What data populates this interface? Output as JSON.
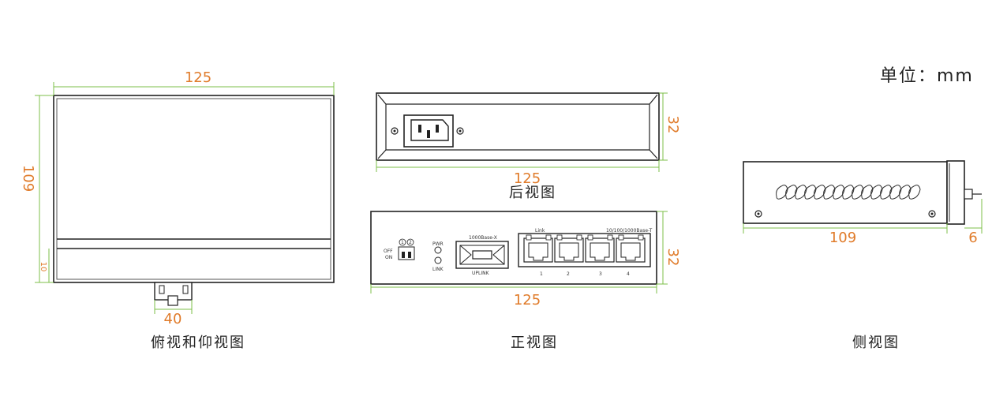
{
  "units_label": "单位：mm",
  "colors": {
    "dimension": "#e07b2a",
    "dimension_line": "#7cbf4a",
    "outline": "#222222"
  },
  "views": {
    "top_bottom": {
      "caption": "俯视和仰视图",
      "width": "125",
      "height": "109",
      "strip": "10",
      "sfp_width": "40"
    },
    "rear": {
      "caption": "后视图",
      "width": "125",
      "height": "32"
    },
    "front": {
      "caption": "正视图",
      "width": "125",
      "height": "32",
      "labels": {
        "off": "OFF",
        "on": "ON",
        "sw1": "1",
        "sw2": "2",
        "pwr": "PWR",
        "link_led": "LINK",
        "sfp_title": "1000Base-X",
        "uplink": "UPLINK",
        "rj_link": "Link",
        "rj_title": "10/100/1000Base-T",
        "ports": [
          "1",
          "2",
          "3",
          "4"
        ]
      }
    },
    "side": {
      "caption": "侧视图",
      "length": "109",
      "protrusion": "6"
    }
  }
}
